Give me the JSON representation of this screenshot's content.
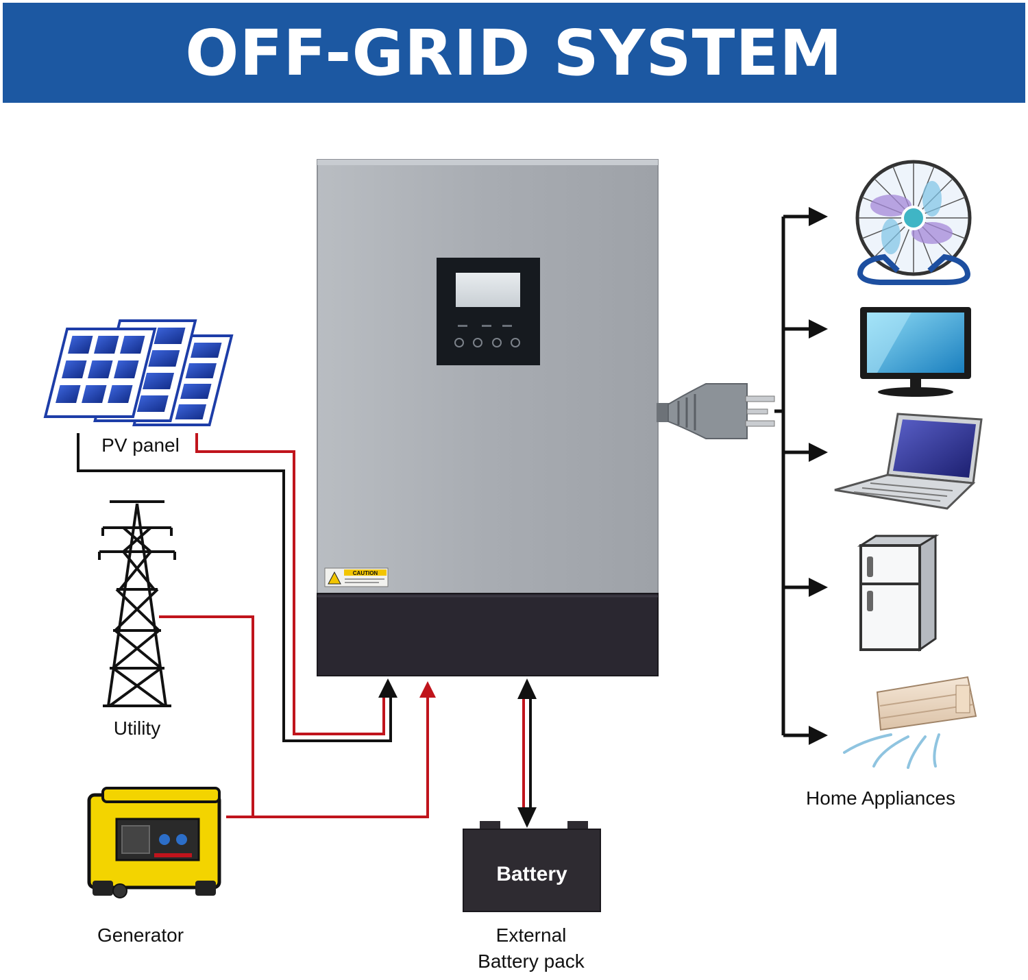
{
  "header": {
    "title": "OFF-GRID SYSTEM"
  },
  "labels": {
    "pv_panel": "PV panel",
    "utility": "Utility",
    "generator": "Generator",
    "battery": "Battery",
    "external_line1": "External",
    "external_line2": "Battery pack",
    "home_appliances": "Home Appliances",
    "caution": "CAUTION"
  },
  "colors": {
    "banner": "#1c58a2",
    "wire_black": "#111111",
    "wire_red": "#c0141c",
    "inverter_body": "#a9adb3",
    "inverter_base": "#2a2730",
    "solar_blue": "#1d3da8",
    "generator_yellow": "#f3d400"
  }
}
